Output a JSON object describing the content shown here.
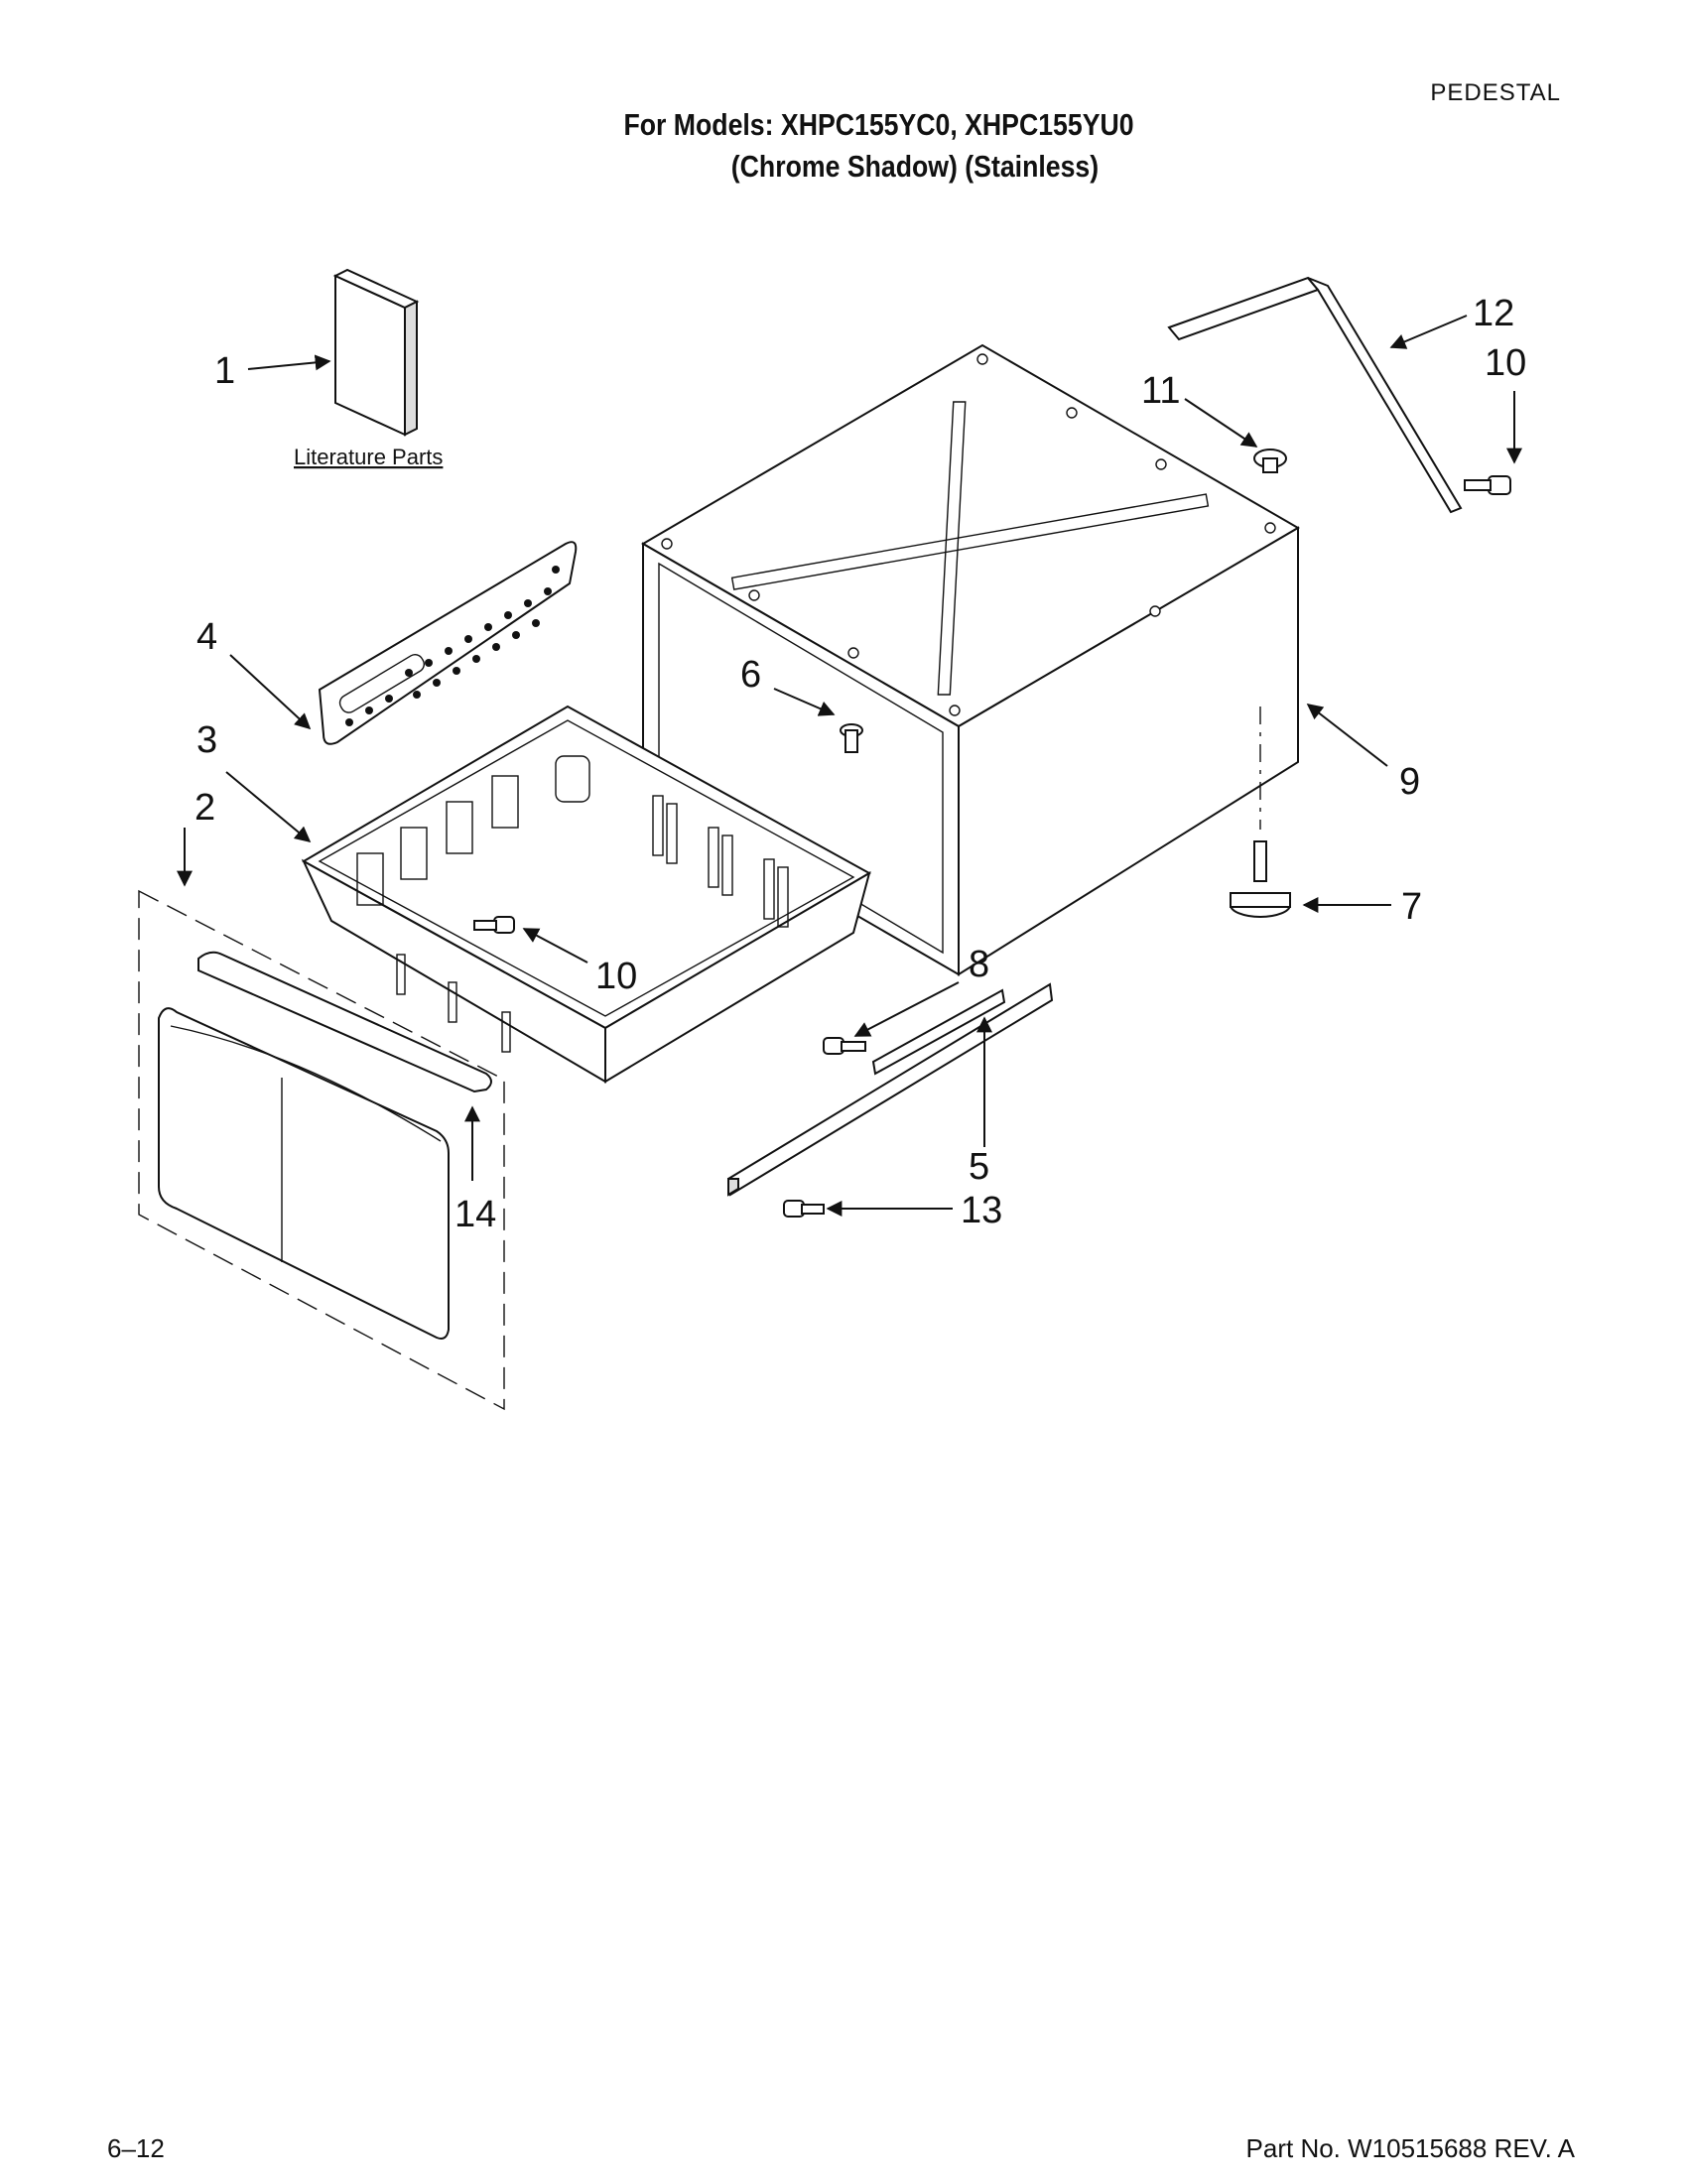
{
  "page": {
    "section": "PEDESTAL",
    "title_line1": "For Models: XHPC155YC0, XHPC155YU0",
    "title_line2": "(Chrome Shadow) (Stainless)",
    "page_number": "6–12",
    "part_number": "Part No. W10515688 REV. A"
  },
  "diagram": {
    "literature_label": "Literature Parts",
    "callouts": {
      "c1": "1",
      "c2": "2",
      "c3": "3",
      "c4": "4",
      "c5": "5",
      "c6": "6",
      "c7": "7",
      "c8": "8",
      "c9": "9",
      "c10a": "10",
      "c10b": "10",
      "c11": "11",
      "c12": "12",
      "c13": "13",
      "c14": "14"
    }
  }
}
